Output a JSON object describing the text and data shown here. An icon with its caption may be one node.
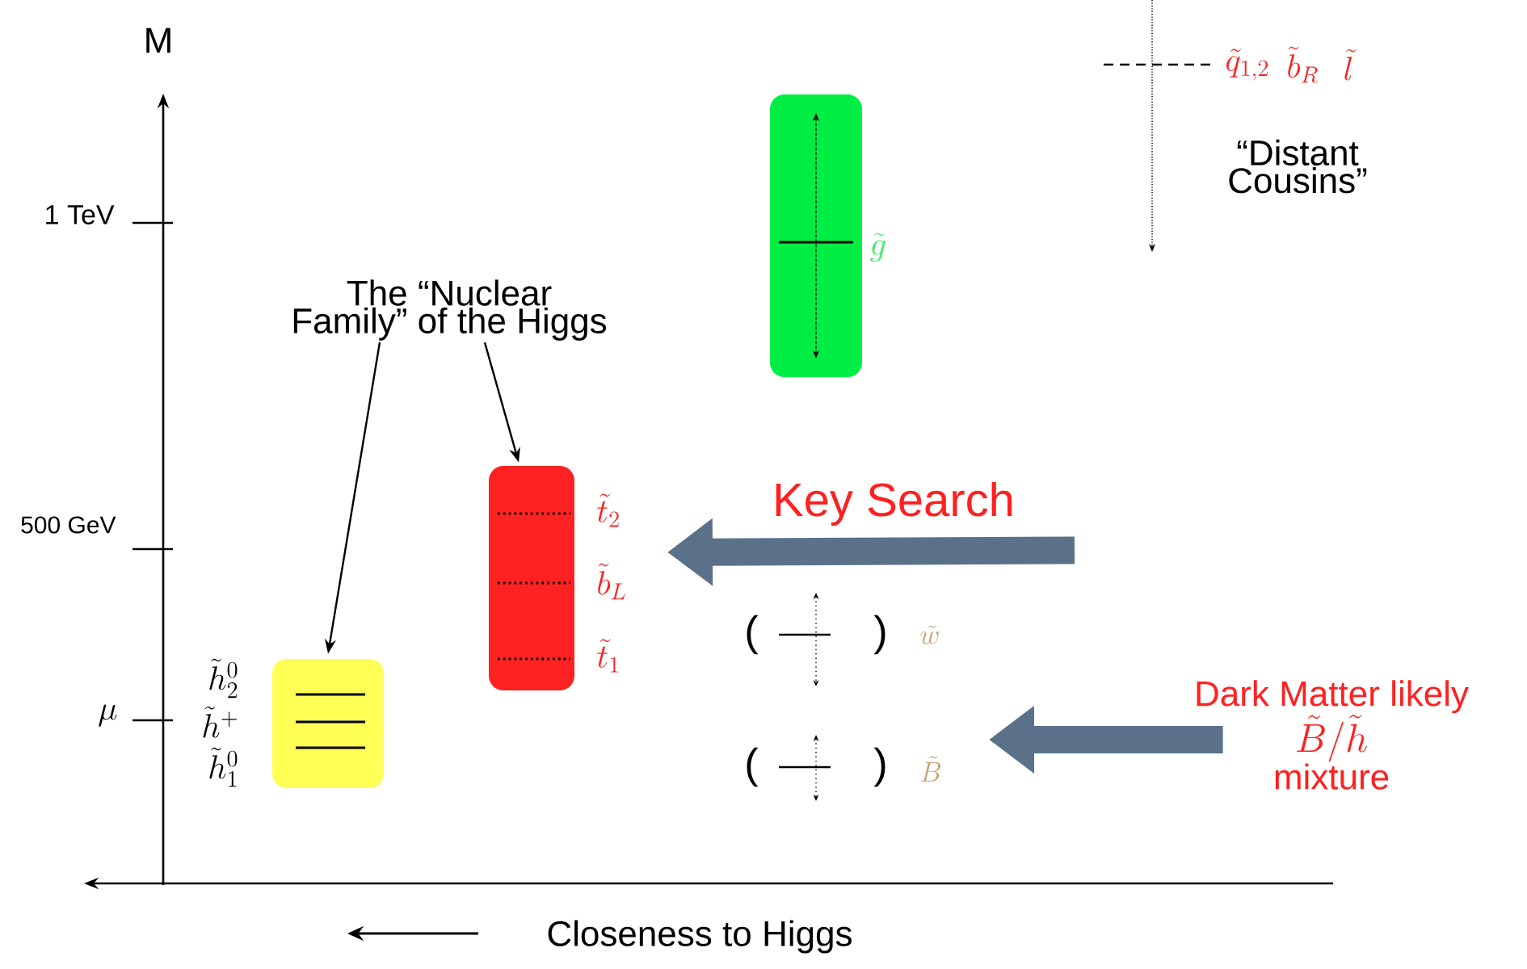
{
  "diagram": {
    "nodes": [
      {
        "text": [
          "The “Nuclear Family” of the Higgs"
        ]
      },
      {
        "text": [],
        "shape": "box",
        "beside": [
          "\\tilde{h}^0_2",
          "\\tilde{h}^+",
          "\\tilde{h}^0_1"
        ]
      },
      {
        "text": [],
        "shape": "box",
        "beside": [
          "\\tilde{t}_2",
          "\\tilde{b}_L",
          "\\tilde{t}_1"
        ]
      },
      {
        "text": [],
        "shape": "box",
        "beside": [
          "\\tilde{g}"
        ]
      },
      {
        "text": [
          "Key Search"
        ]
      },
      {
        "text": [
          "Dark Matter likely",
          "\\tilde{B}/\\tilde{h}",
          "mixture"
        ]
      }
    ],
    "edges": [
      {
        "from": 0,
        "to": 1,
        "arrow": "to"
      },
      {
        "from": 0,
        "to": 2,
        "arrow": "to"
      },
      {
        "from": 4,
        "to": null,
        "arrow": "to",
        "style": "thick",
        "color": "#5a7189"
      },
      {
        "from": 5,
        "to": null,
        "arrow": "to",
        "style": "thick",
        "color": "#5a7189"
      }
    ],
    "labels": [
      "M",
      "\\tilde{q}_{1,2}",
      "\\tilde{b}_R",
      "\\tilde{l}",
      "“Distant Cousins”",
      "1 TeV",
      "500 GeV",
      "\\mu",
      "(",
      ")",
      "\\tilde{w}",
      "(",
      ")",
      "\\tilde{B}",
      "Closeness to Higgs"
    ]
  }
}
